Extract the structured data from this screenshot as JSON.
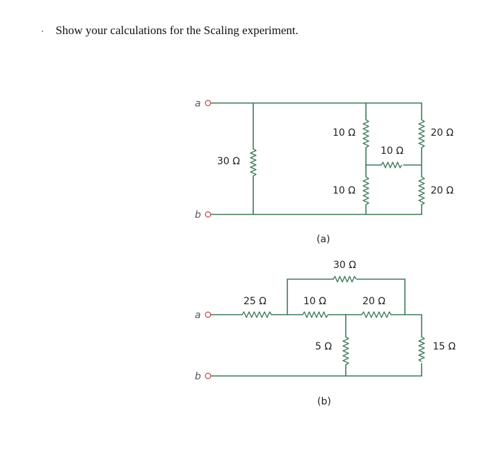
{
  "question": "Show your calculations for the Scaling experiment.",
  "circuit_a": {
    "caption": "(a)",
    "terminals": [
      "a",
      "b"
    ],
    "resistors": {
      "r_shunt": "30 Ω",
      "r_top_mid": "10 Ω",
      "r_bottom_mid": "10 Ω",
      "r_bridge": "10 Ω",
      "r_top_right": "20 Ω",
      "r_bottom_right": "20 Ω"
    }
  },
  "circuit_b": {
    "caption": "(b)",
    "terminals": [
      "a",
      "b"
    ],
    "resistors": {
      "r_series1": "25 Ω",
      "r_series2": "10 Ω",
      "r_top": "30 Ω",
      "r_series3": "20 Ω",
      "r_shunt_mid": "5 Ω",
      "r_shunt_right": "15 Ω"
    }
  }
}
